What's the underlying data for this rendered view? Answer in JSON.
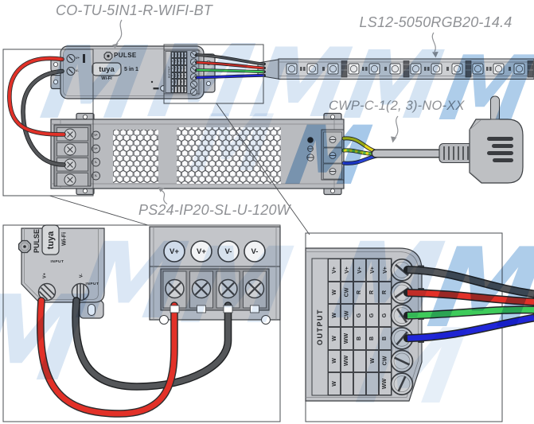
{
  "callouts": {
    "controller": "CO-TU-5IN1-R-WIFI-BT",
    "led_strip": "LS12-5050RGB20-14.4",
    "power_cord": "CWP-C-1(2, 3)-NO-XX",
    "psu": "PS24-IP20-SL-U-120W"
  },
  "controller": {
    "brand": "PULSE",
    "badge": "tuya",
    "wifi_label": "Wi-Fi",
    "mode_label": "5 in 1",
    "input_label": "INPUT",
    "input_terminals": [
      "V+",
      "V-"
    ],
    "output_label": "OUTPUT",
    "output_table_rows": [
      [
        "V+",
        "V+",
        "V+",
        "V+",
        "V+"
      ],
      [
        "W",
        "CW",
        "R",
        "R",
        "R"
      ],
      [
        "W",
        "CW",
        "G",
        "G",
        "G"
      ],
      [
        "W",
        "WW",
        "B",
        "B",
        "B"
      ],
      [
        "W",
        "WW",
        "",
        "W",
        "CW"
      ],
      [
        "W",
        "",
        "",
        "",
        "WW"
      ]
    ]
  },
  "psu": {
    "output_terminal_labels": [
      "V+",
      "V+",
      "V-",
      "V-"
    ]
  },
  "watermark": {
    "glyph": "М"
  },
  "colors": {
    "wire_red": "#e23128",
    "wire_black": "#55575a",
    "wire_green": "#3ecb5a",
    "wire_blue": "#2026d8",
    "wire_yellow": "#e5d51a",
    "wire_earth": "#58b847",
    "wire_ac_blue": "#2742d6",
    "watermark_pale": "#b3cde9",
    "watermark_bright": "#5d9bd6"
  }
}
